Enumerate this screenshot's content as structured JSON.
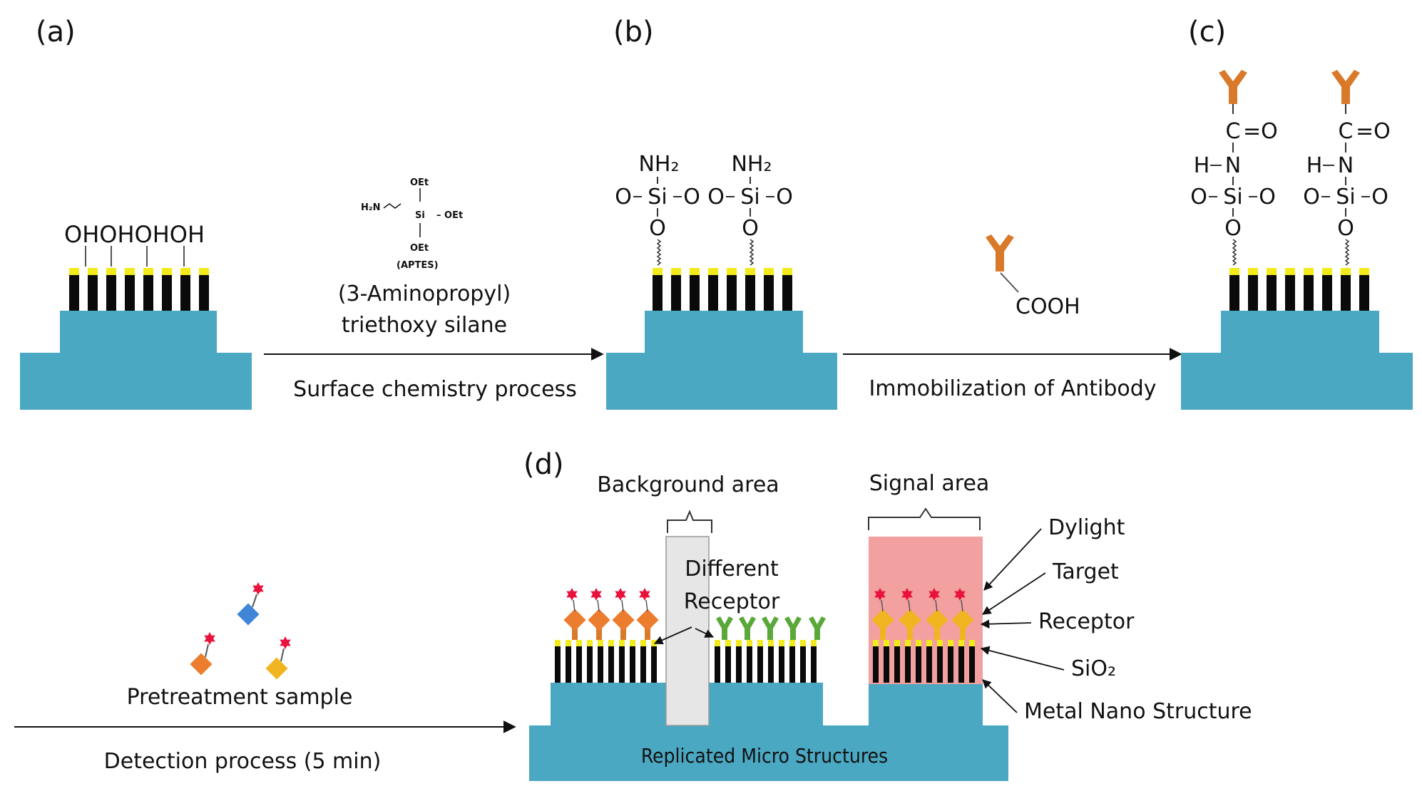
{
  "colors": {
    "substrate": "#4aa8c2",
    "pillar": "#0a0a0a",
    "sio2_cap": "#f2ea1a",
    "antibody": "#d97a2b",
    "receptor_green": "#5aa83a",
    "receptor_yellow": "#f0b520",
    "target_orange": "#ec7c2e",
    "target_blue": "#3f86d8",
    "dylight": "#e8123c",
    "background_area": "#e6e6e6",
    "signal_area": "#f3a0a0"
  },
  "panels": {
    "a": {
      "label": "(a)",
      "oh_groups": "OHOHOHOH"
    },
    "b": {
      "label": "(b)"
    },
    "c": {
      "label": "(c)"
    },
    "d": {
      "label": "(d)"
    }
  },
  "step1": {
    "reagent_name_line1": "(3-Aminopropyl)",
    "reagent_name_line2": "triethoxy silane",
    "process": "Surface chemistry process",
    "structure": {
      "oet_top": "OEt",
      "h2n": "H₂N",
      "si": "Si",
      "oet_right": "– OEt",
      "oet_bottom": "OEt",
      "aptes": "(APTES)"
    }
  },
  "step2": {
    "molecule": "COOH",
    "process": "Immobilization of Antibody"
  },
  "step3": {
    "sample": "Pretreatment sample",
    "process": "Detection process (5 min)"
  },
  "chemistry_b": {
    "nh2": "NH₂",
    "o": "O",
    "si": "Si"
  },
  "chemistry_c": {
    "c": "C",
    "eq_o": "=O",
    "n": "N",
    "h": "H",
    "o": "O",
    "si": "Si"
  },
  "panel_d": {
    "background_area": "Background area",
    "signal_area": "Signal area",
    "different_receptor_line1": "Different",
    "different_receptor_line2": "Receptor",
    "substrate_label": "Replicated Micro Structures",
    "legend": {
      "dylight": "Dylight",
      "target": "Target",
      "receptor": "Receptor",
      "sio2": "SiO₂",
      "metal": "Metal Nano Structure"
    }
  }
}
